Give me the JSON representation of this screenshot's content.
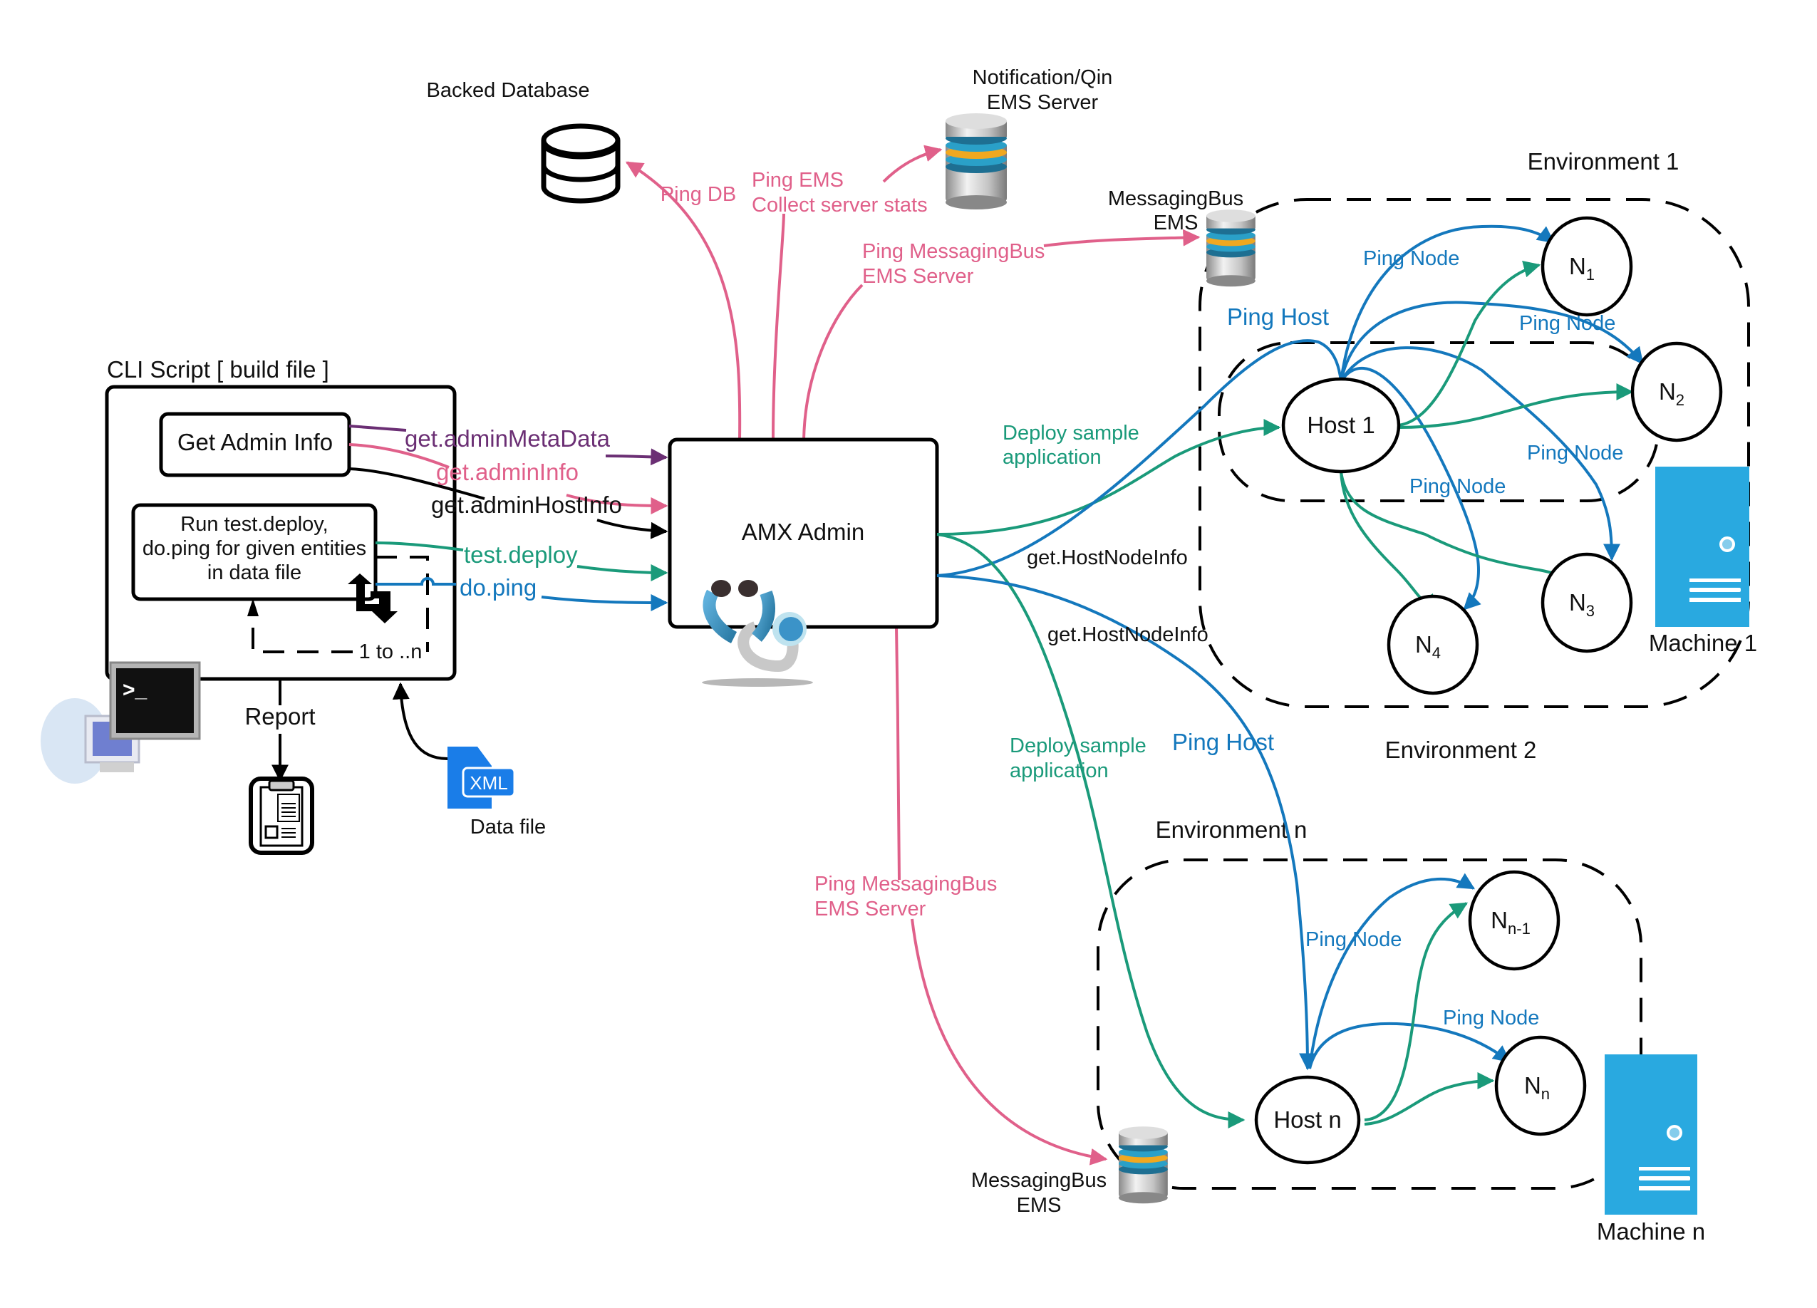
{
  "colors": {
    "pink": "#e0608a",
    "teal": "#1a9a7a",
    "blue": "#1478bd",
    "purple": "#6b2f74",
    "black": "#000000",
    "server_blue": "#29a9e0"
  },
  "top_services": {
    "backed_db": {
      "label": "Backed Database",
      "icon": "database-icon"
    },
    "notification_ems": {
      "label_line1": "Notification/Qin",
      "label_line2": "EMS Server",
      "icon": "ems-server-icon"
    },
    "messaging_bus_top": {
      "label_line1": "MessagingBus",
      "label_line2": "EMS",
      "icon": "ems-server-icon"
    }
  },
  "edges_top": {
    "ping_db": "Ping DB",
    "ping_ems_line1": "Ping EMS",
    "ping_ems_line2": "Collect server stats",
    "ping_mbus_line1": "Ping MessagingBus",
    "ping_mbus_line2": "EMS Server"
  },
  "cli": {
    "title": "CLI Script [ build file ]",
    "get_admin_info": "Get Admin Info",
    "run_box_line1": "Run test.deploy,",
    "run_box_line2": "do.ping for given entities",
    "run_box_line3": "in data file",
    "loop_label": "1 to ..n",
    "report_label": "Report",
    "data_file_label": "Data file",
    "xml_badge": "XML",
    "terminal_prompt": ">_"
  },
  "cli_edges": {
    "admin_meta": "get.adminMetaData",
    "admin_info": "get.adminInfo",
    "admin_host": "get.adminHostInfo",
    "test_deploy": "test.deploy",
    "do_ping": "do.ping"
  },
  "amx": {
    "label": "AMX Admin",
    "icon": "stethoscope-icon"
  },
  "middle_edges": {
    "deploy1_line1": "Deploy sample",
    "deploy1_line2": "application",
    "get_host_node_1": "get.HostNodeInfo",
    "get_host_node_2": "get.HostNodeInfo",
    "deploy2_line1": "Deploy sample",
    "deploy2_line2": "application",
    "ping_host_1": "Ping Host",
    "ping_host_2": "Ping Host",
    "ping_mbus_bottom_line1": "Ping MessagingBus",
    "ping_mbus_bottom_line2": "EMS Server"
  },
  "environment1": {
    "label": "Environment 1",
    "machine": "Machine 1",
    "host": "Host 1",
    "nodes": [
      {
        "base": "N",
        "sub": "1"
      },
      {
        "base": "N",
        "sub": "2"
      },
      {
        "base": "N",
        "sub": "3"
      },
      {
        "base": "N",
        "sub": "4"
      }
    ],
    "ping_node_labels": [
      "Ping Node",
      "Ping Node",
      "Ping Node",
      "Ping Node"
    ]
  },
  "environment2": {
    "label": "Environment 2"
  },
  "environment_n": {
    "label": "Environment n",
    "machine": "Machine n",
    "host": "Host n",
    "nodes": [
      {
        "base": "N",
        "sub": "n-1"
      },
      {
        "base": "N",
        "sub": "n"
      }
    ],
    "ping_node_labels": [
      "Ping Node",
      "Ping Node"
    ],
    "messaging_bus_line1": "MessagingBus",
    "messaging_bus_line2": "EMS"
  }
}
